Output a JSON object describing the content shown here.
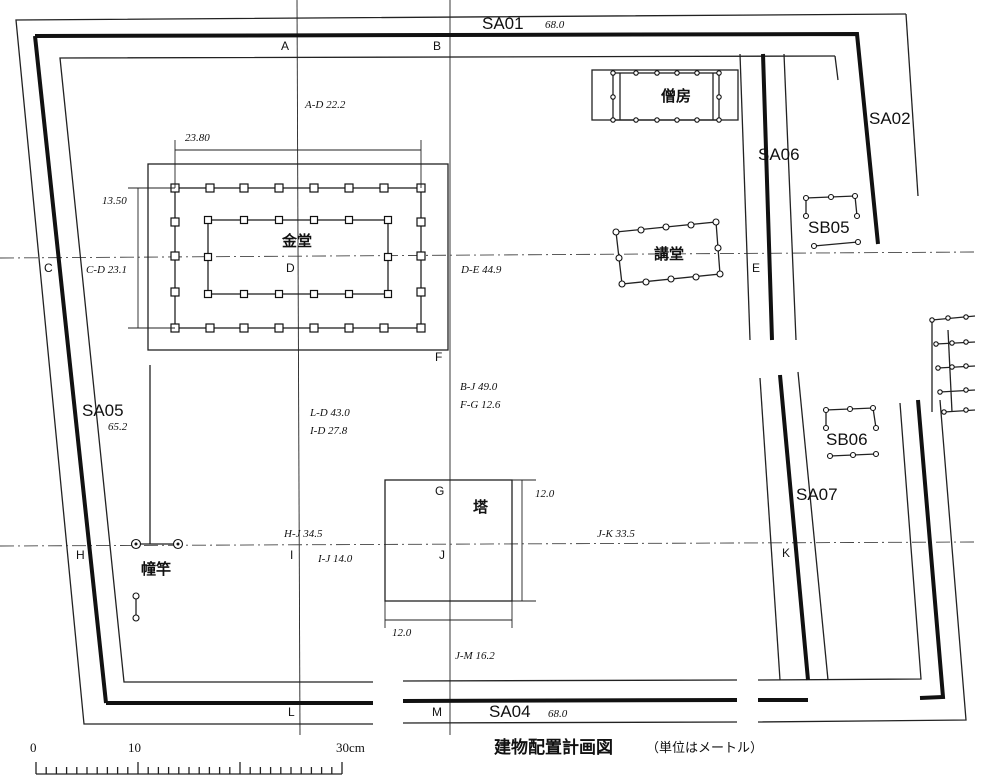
{
  "walls": {
    "sa01": {
      "label": "SA01",
      "length": "68.0"
    },
    "sa02": {
      "label": "SA02"
    },
    "sa04": {
      "label": "SA04",
      "length": "68.0"
    },
    "sa05": {
      "label": "SA05",
      "length": "65.2"
    },
    "sa06": {
      "label": "SA06"
    },
    "sa07": {
      "label": "SA07"
    },
    "sb05": {
      "label": "SB05"
    },
    "sb06": {
      "label": "SB06"
    }
  },
  "buildings": {
    "kondo": "金堂",
    "soubou": "僧房",
    "koudou": "講堂",
    "tou": "塔",
    "bankan": "幢竿"
  },
  "points": {
    "A": "A",
    "B": "B",
    "C": "C",
    "D": "D",
    "E": "E",
    "F": "F",
    "G": "G",
    "H": "H",
    "I": "I",
    "J": "J",
    "K": "K",
    "L": "L",
    "M": "M"
  },
  "measurements": {
    "ad": "A-D 22.2",
    "kondo_width": "23.80",
    "kondo_depth": "13.50",
    "cd": "C-D 23.1",
    "de": "D-E 44.9",
    "bj": "B-J 49.0",
    "fg": "F-G 12.6",
    "ld": "L-D 43.0",
    "id": "I-D 27.8",
    "hj": "H-J 34.5",
    "ij": "I-J 14.0",
    "jk": "J-K 33.5",
    "tower_depth": "12.0",
    "tower_width": "12.0",
    "jm": "J-M 16.2"
  },
  "scale": {
    "t0": "0",
    "t10": "10",
    "t30": "30cm"
  },
  "caption": {
    "title": "建物配置計画図",
    "unit": "（単位はメートル）"
  }
}
